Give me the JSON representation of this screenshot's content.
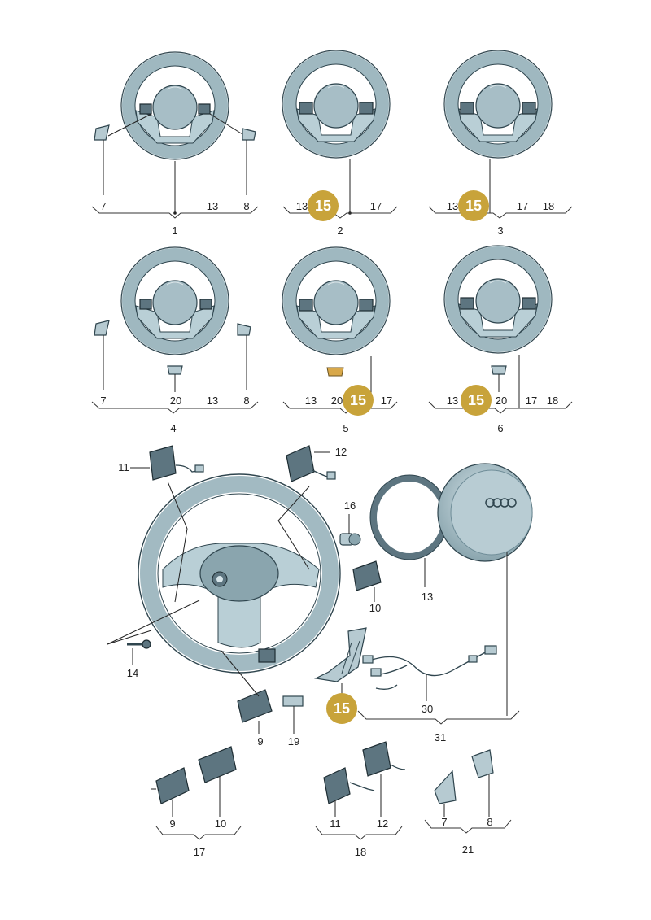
{
  "badge_color": "#c8a33a",
  "badge_label": "15",
  "groups": [
    {
      "id": "wheel-1",
      "group_label": "1",
      "labels": [
        "7",
        "13",
        "8"
      ]
    },
    {
      "id": "wheel-2",
      "group_label": "2",
      "labels": [
        "13",
        "17"
      ]
    },
    {
      "id": "wheel-3",
      "group_label": "3",
      "labels": [
        "13",
        "17",
        "18"
      ]
    },
    {
      "id": "wheel-4",
      "group_label": "4",
      "labels": [
        "7",
        "20",
        "13",
        "8"
      ]
    },
    {
      "id": "wheel-5",
      "group_label": "5",
      "labels": [
        "13",
        "20",
        "17"
      ]
    },
    {
      "id": "wheel-6",
      "group_label": "6",
      "labels": [
        "13",
        "20",
        "17",
        "18"
      ]
    }
  ],
  "exploded_view": {
    "labels": [
      "11",
      "12",
      "16",
      "13",
      "10",
      "14",
      "9",
      "19",
      "30",
      "31"
    ]
  },
  "sets": [
    {
      "id": "set-17",
      "group_label": "17",
      "labels": [
        "9",
        "10"
      ]
    },
    {
      "id": "set-18",
      "group_label": "18",
      "labels": [
        "11",
        "12"
      ]
    },
    {
      "id": "set-21",
      "group_label": "21",
      "labels": [
        "7",
        "8"
      ]
    }
  ]
}
